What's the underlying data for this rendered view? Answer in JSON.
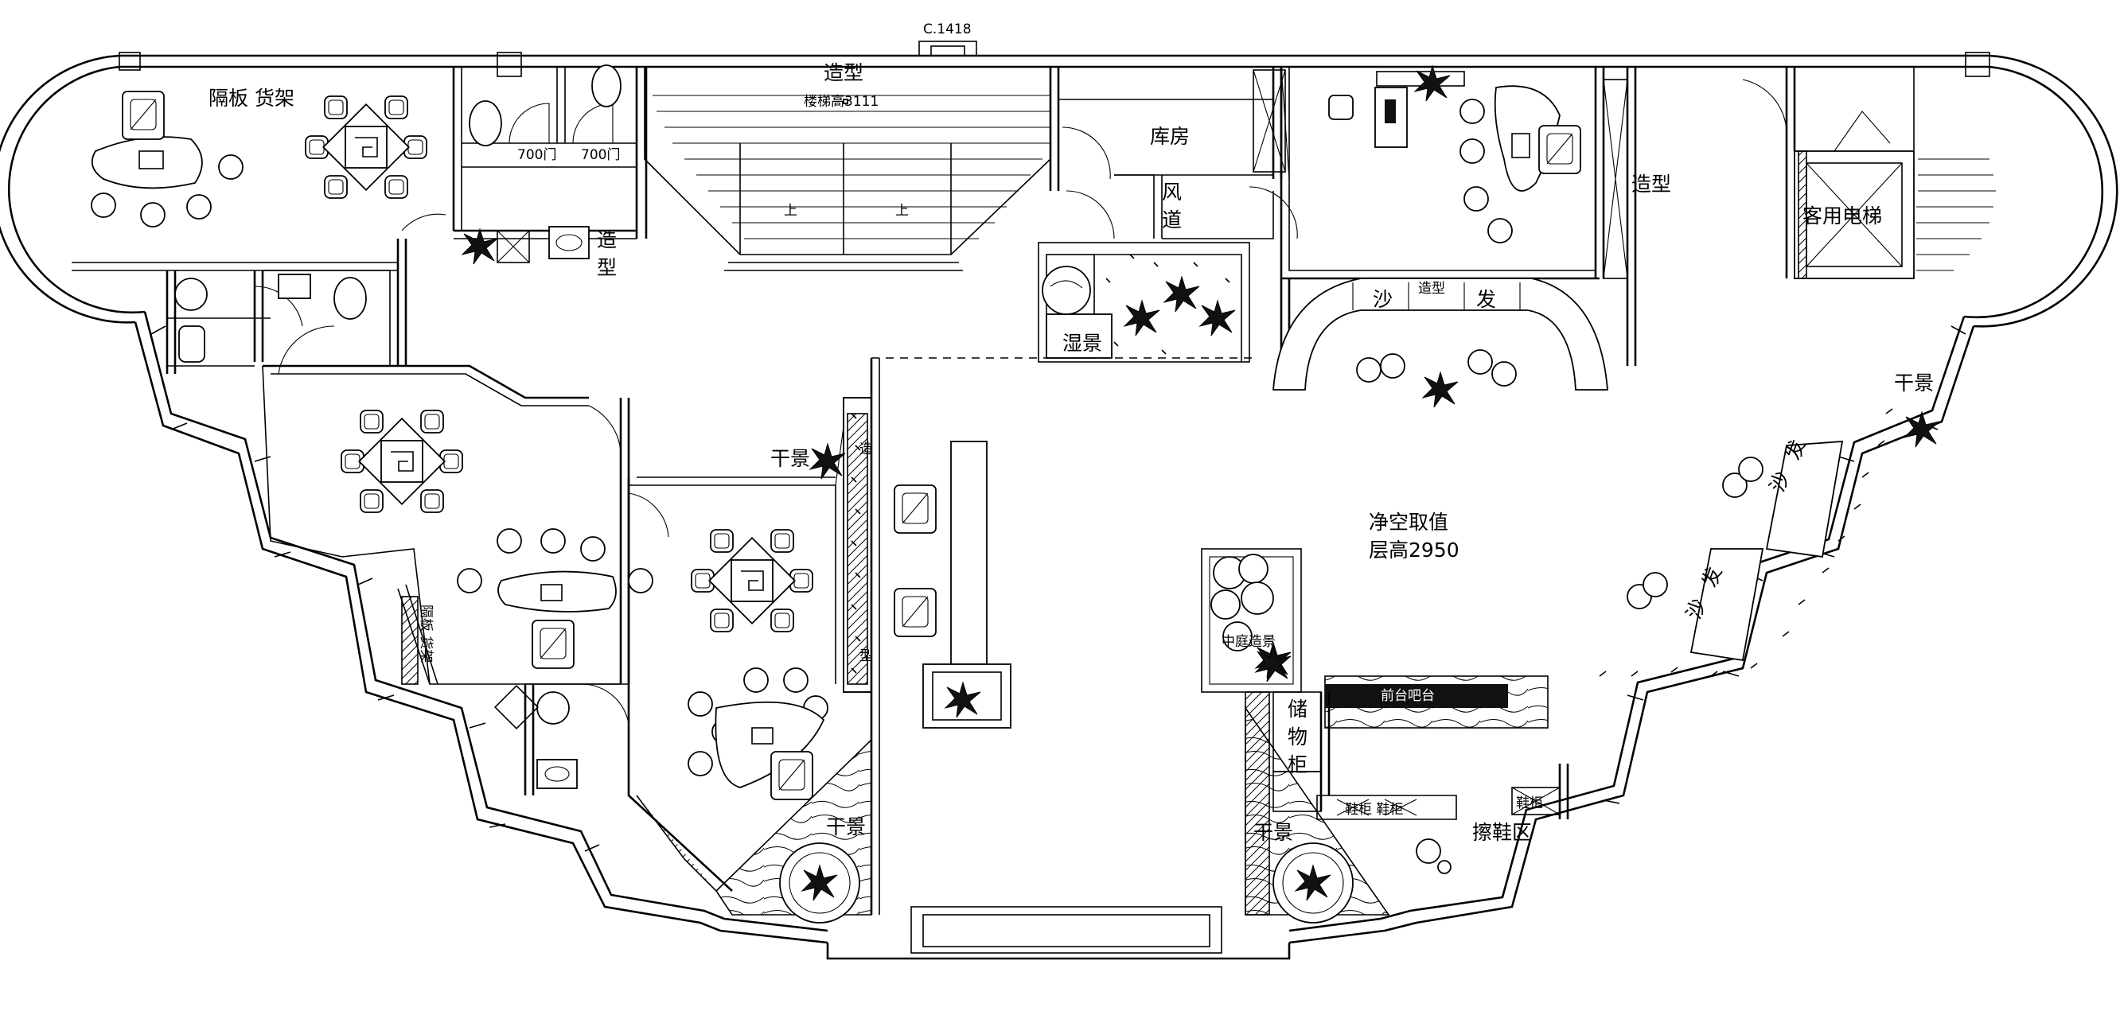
{
  "labels": {
    "top_code": "C.1418",
    "model_top": "造型",
    "stair_note": "楼梯高3111",
    "stair_up_1": "上",
    "stair_up_2": "上",
    "storage": "库房",
    "air_duct_1": "风",
    "air_duct_2": "道",
    "wet_scene": "湿景",
    "model_bath_1": "造",
    "model_bath_2": "型",
    "shelf_top": "隔板 货架",
    "shelf_mid": "隔板 货架",
    "elevator": "客用电梯",
    "model_right": "造型",
    "sofa_top_1": "沙",
    "sofa_top_2": "造型",
    "sofa_top_3": "发",
    "dry_scene_left": "干景",
    "model_left_1": "造",
    "model_left_2": "型",
    "clearance": "净空取值",
    "floor_height": "层高2950",
    "courtyard": "中庭造景",
    "counter": "前台吧台",
    "cabinet_1": "储",
    "cabinet_2": "物",
    "cabinet_3": "柜",
    "dry_scene_bottom_left": "干景",
    "dry_scene_bottom_right": "干景",
    "shoe_area": "擦鞋区",
    "shoe_cab": "鞋柜 鞋柜",
    "shoe_cab_right": "鞋柜",
    "dry_scene_right": "干景",
    "sofa_right_a_1": "沙",
    "sofa_right_a_2": "发",
    "sofa_right_b_1": "沙",
    "sofa_right_b_2": "发",
    "door_1": "700门",
    "door_2": "700门"
  }
}
